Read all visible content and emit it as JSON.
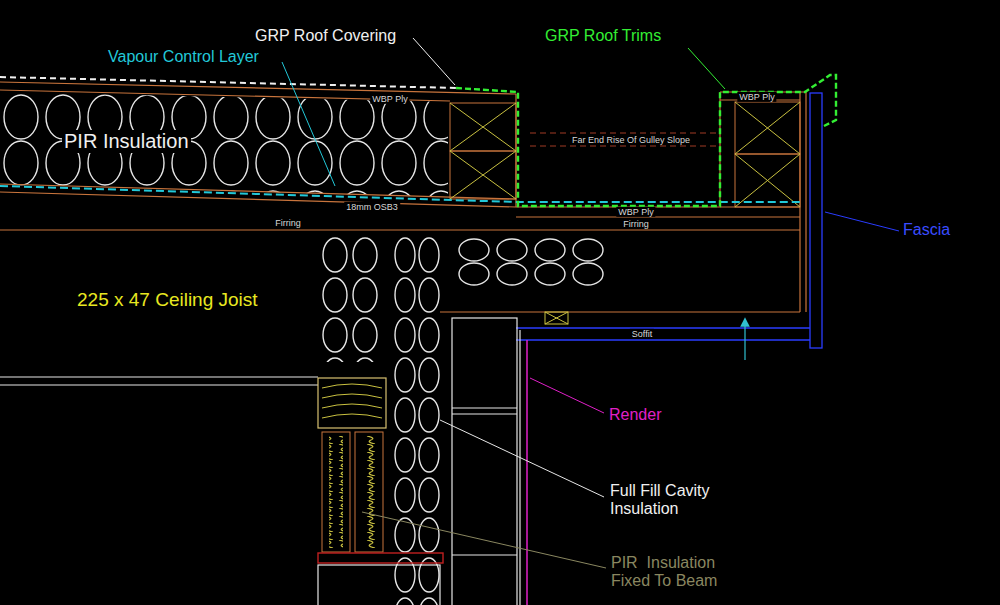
{
  "diagram": {
    "labels": [
      "GRP Roof Covering",
      "GRP Roof Trims",
      "Vapour Control Layer",
      "WBP Ply",
      "WBP Ply",
      "PIR Insulation",
      "Far End Rise Of Gulley Slope",
      "18mm OSB3",
      "WBP Ply",
      "Firring",
      "Firring",
      "Fascia",
      "225 x 47 Ceiling Joist",
      "Soffit",
      "Render",
      "Full Fill Cavity Insulation",
      "PIR  Insulation Fixed To Beam"
    ]
  }
}
